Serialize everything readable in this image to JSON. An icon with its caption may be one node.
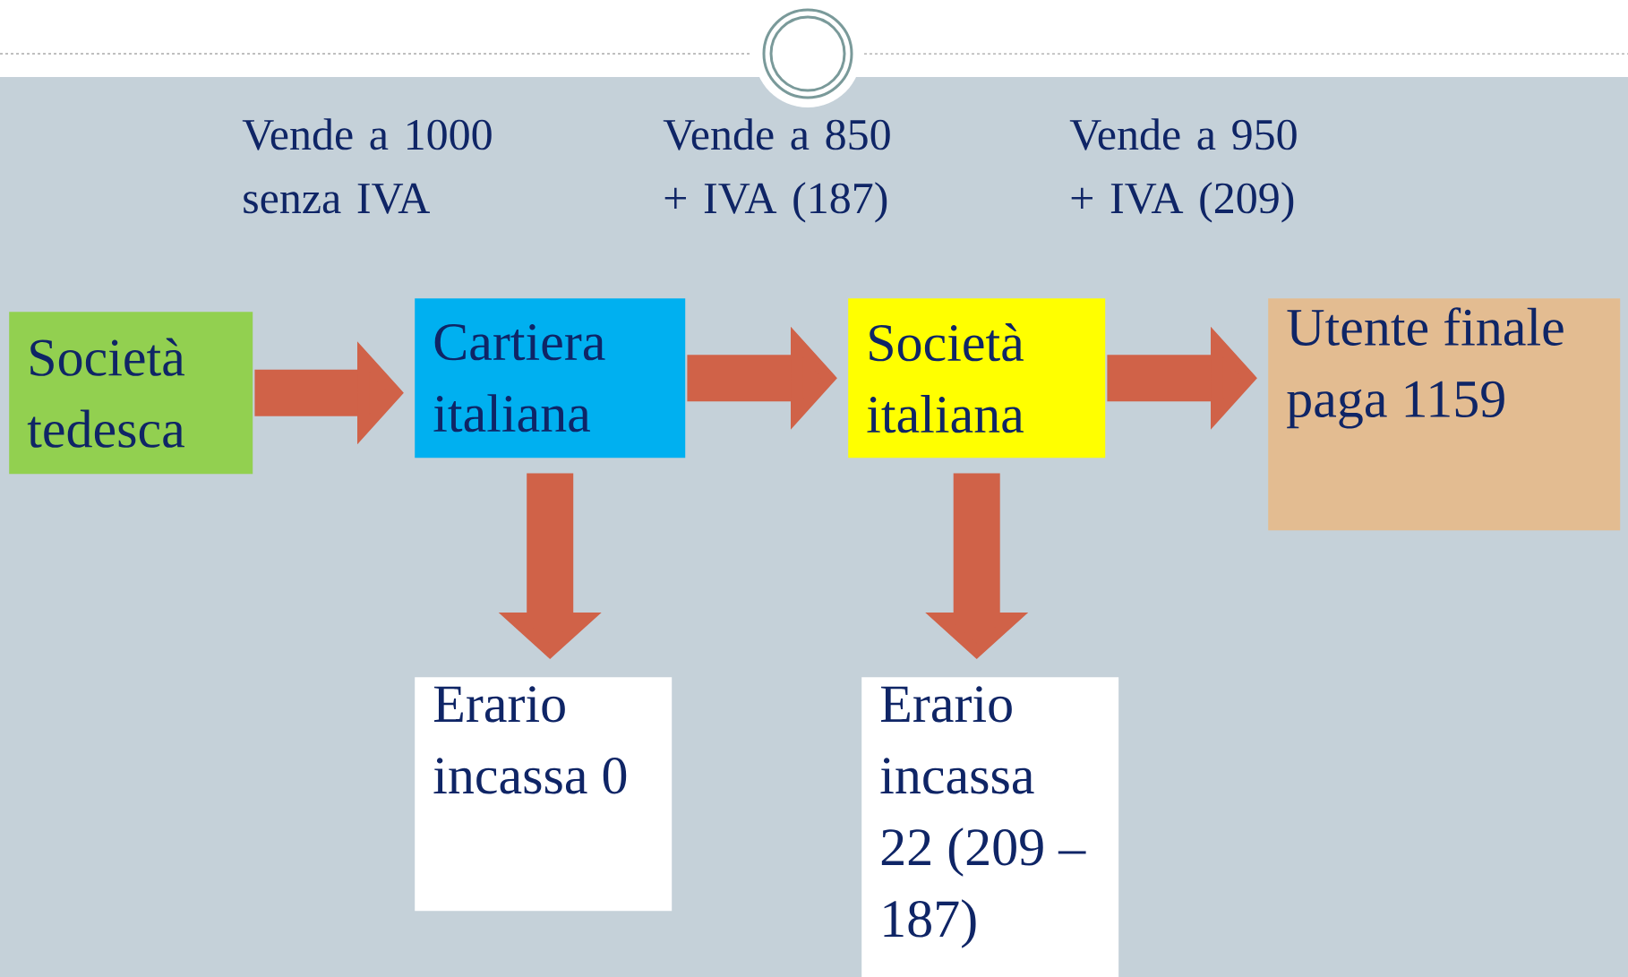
{
  "diagram": {
    "nodes": [
      {
        "text": [
          "Società tedesca"
        ]
      },
      {
        "text": [
          "Cartiera italiana"
        ]
      },
      {
        "text": [
          "Società italiana"
        ]
      },
      {
        "text": [
          "Utente finale paga 1159"
        ]
      },
      {
        "text": [
          "Erario incassa 0"
        ]
      },
      {
        "text": [
          "Erario incassa 22 (209 – 187)"
        ]
      }
    ],
    "edges": [
      {
        "from": 0,
        "to": 1,
        "arrow": "to",
        "label": "Vende a 1000 senza IVA"
      },
      {
        "from": 1,
        "to": 2,
        "arrow": "to",
        "label": "Vende a 850 + IVA (187)"
      },
      {
        "from": 2,
        "to": 3,
        "arrow": "to",
        "label": "Vende a 950 + IVA (209)"
      },
      {
        "from": 1,
        "to": 4,
        "arrow": "to"
      },
      {
        "from": 2,
        "to": 5,
        "arrow": "to"
      }
    ]
  }
}
